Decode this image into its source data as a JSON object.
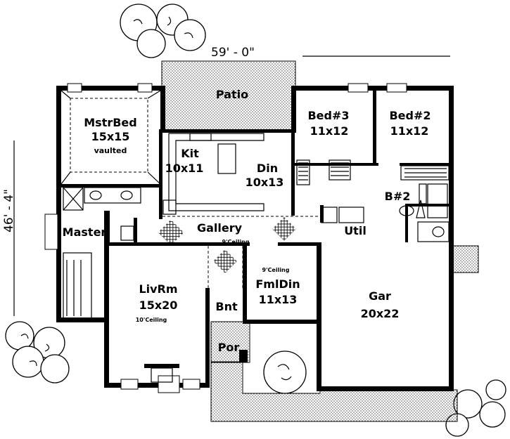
{
  "dimensions": {
    "width": "59' - 0\"",
    "depth": "46' - 4\""
  },
  "rooms": {
    "patio": {
      "name": "Patio"
    },
    "master_bed": {
      "name": "MstrBed",
      "size": "15x15",
      "note": "vaulted"
    },
    "kitchen": {
      "name": "Kit",
      "size": "10x11"
    },
    "dining": {
      "name": "Din",
      "size": "10x13"
    },
    "bed3": {
      "name": "Bed#3",
      "size": "11x12"
    },
    "bed2": {
      "name": "Bed#2",
      "size": "11x12"
    },
    "bath2": {
      "name": "B#2"
    },
    "master_bath": {
      "name": "Master"
    },
    "gallery": {
      "name": "Gallery",
      "note": "9'Ceiling"
    },
    "utility": {
      "name": "Util"
    },
    "living": {
      "name": "LivRm",
      "size": "15x20",
      "note": "10'Ceiling"
    },
    "family_dining": {
      "name": "FmlDin",
      "size": "11x13",
      "note": "9'Ceiling"
    },
    "garage": {
      "name": "Gar",
      "size": "20x22"
    },
    "bench": {
      "name": "Bnt"
    },
    "porch": {
      "name": "Por"
    }
  }
}
